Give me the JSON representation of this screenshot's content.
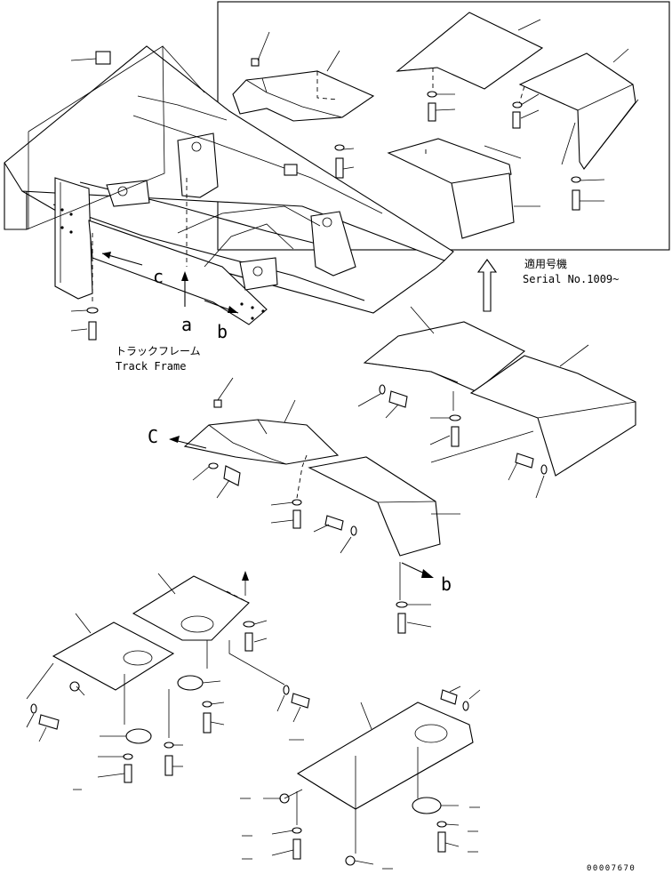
{
  "labels": {
    "applicable_jp": "適用号機",
    "serial": "Serial No.1009~",
    "track_frame_jp": "トラックフレーム",
    "track_frame_en": "Track Frame",
    "ref_a": "a",
    "ref_b": "b",
    "ref_c": "c",
    "arrow_a": "a",
    "arrow_b": "b",
    "arrow_c": "C",
    "drawing_number": "00007670"
  }
}
